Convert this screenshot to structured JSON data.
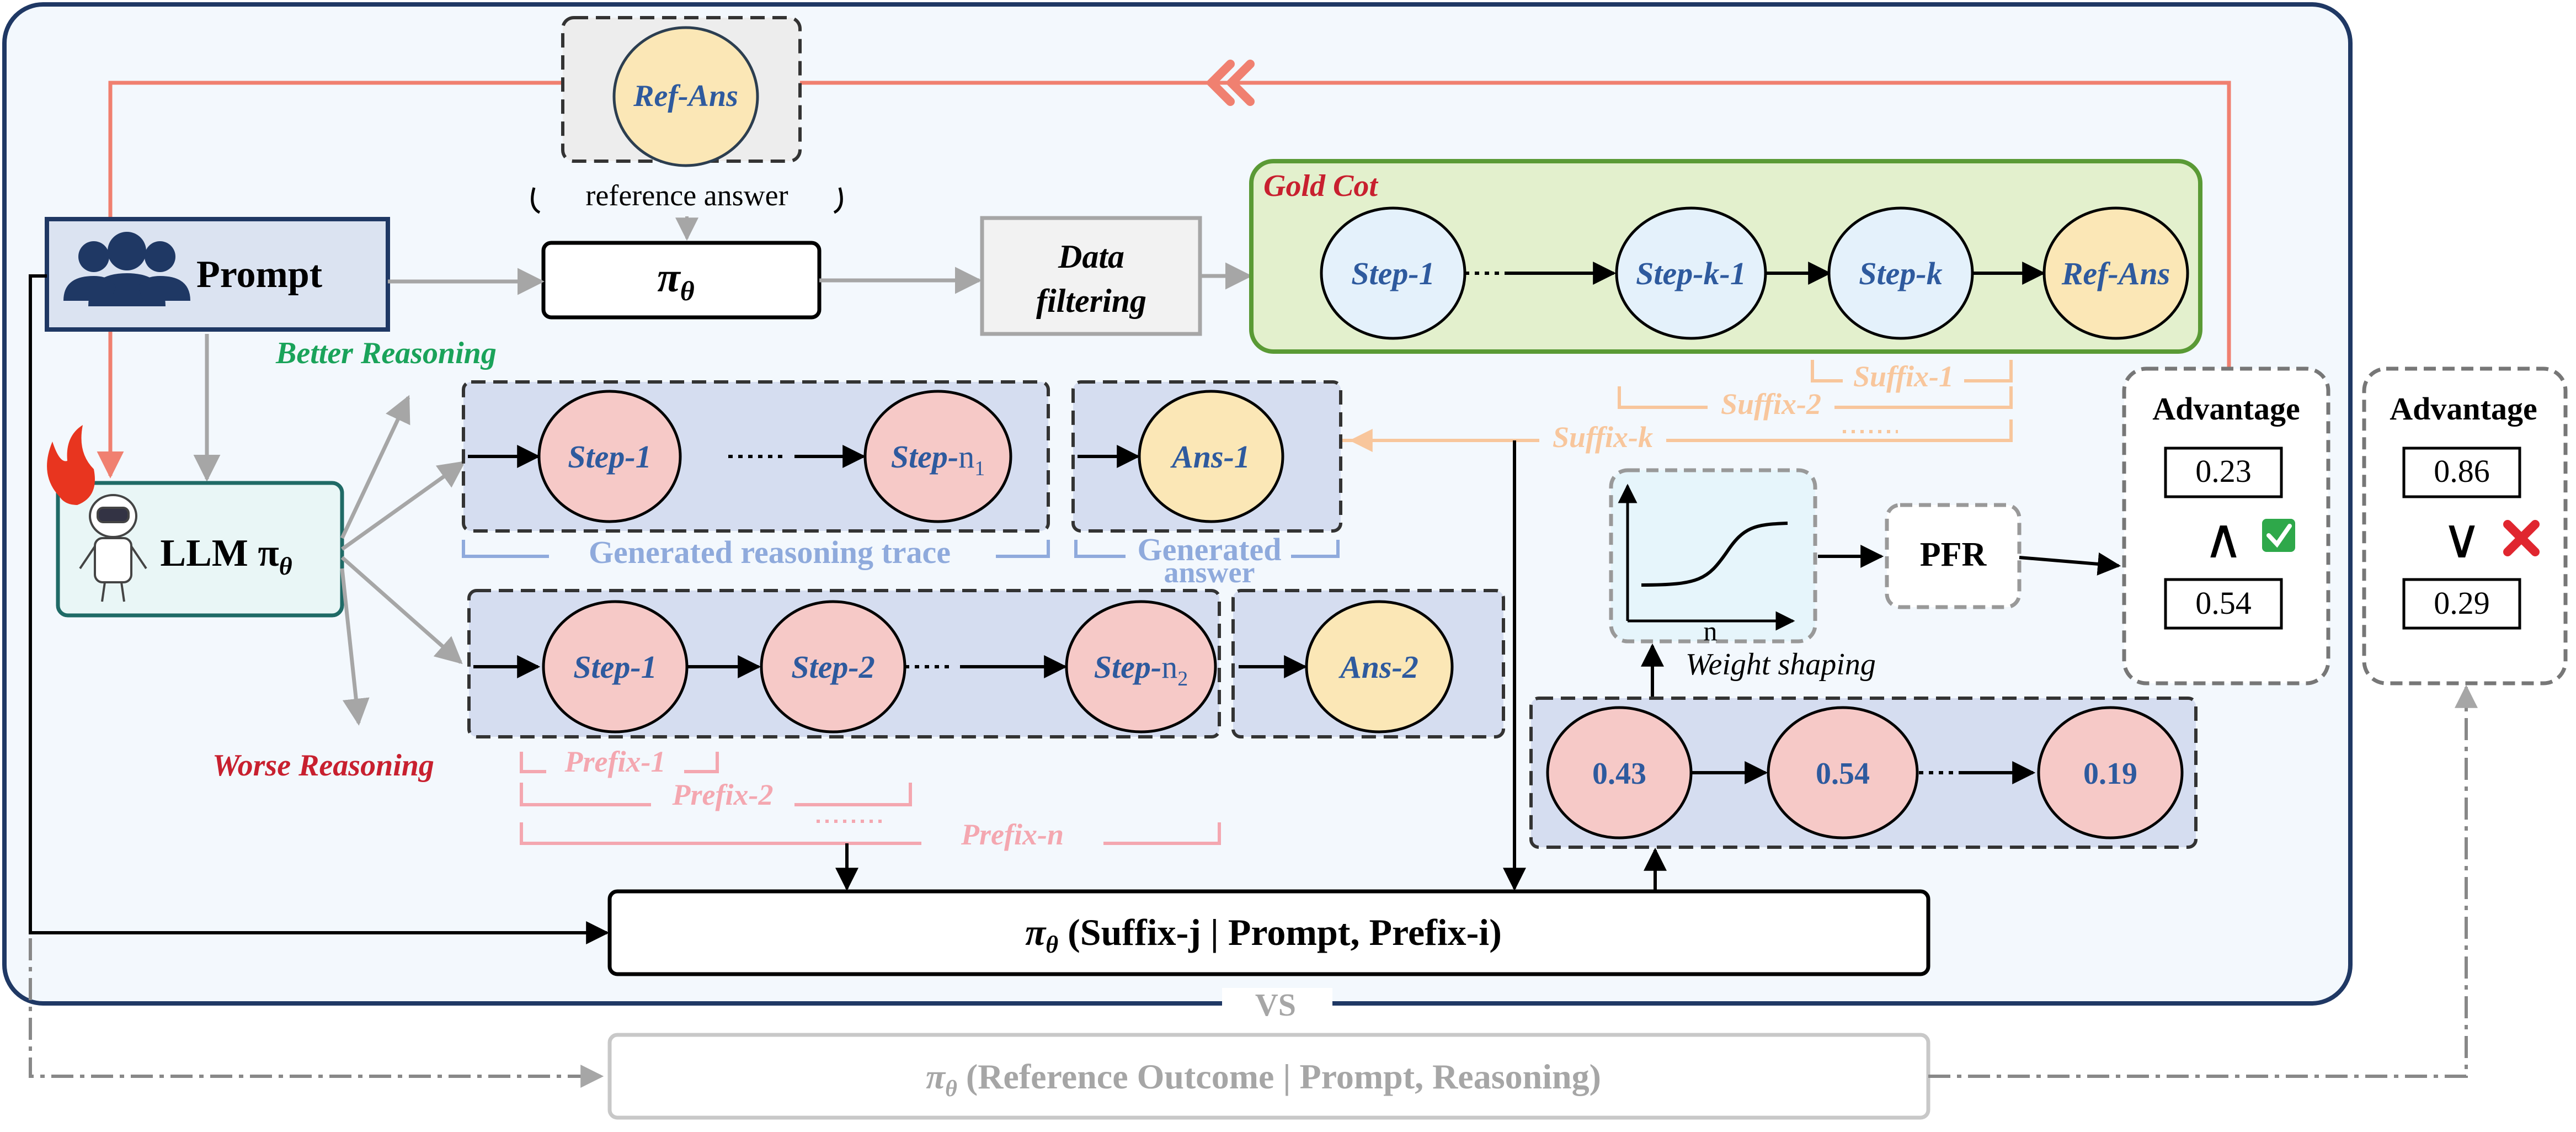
{
  "ref_top": {
    "node": "Ref-Ans",
    "caption": "reference answer"
  },
  "prompt_label": "Prompt",
  "policy_label": "π",
  "policy_sub": "θ",
  "filter_line1": "Data",
  "filter_line2": "filtering",
  "gold": {
    "title": "Gold Cot",
    "step1": "Step-1",
    "stepk1": "Step-k-1",
    "stepk": "Step-k",
    "ref": "Ref-Ans"
  },
  "suffix": {
    "s1": "Suffix-1",
    "s2": "Suffix-2",
    "sk": "Suffix-k"
  },
  "llm_label": "LLM π",
  "llm_sub": "θ",
  "better": "Better Reasoning",
  "worse": "Worse Reasoning",
  "trace1": {
    "step1": "Step-1",
    "stepn_main": "Step-",
    "stepn_var": "n",
    "stepn_sub": "1",
    "ans": "Ans-1"
  },
  "trace1_caption": "Generated reasoning trace",
  "answer_caption_line1": "Generated",
  "answer_caption_line2": "answer",
  "trace2": {
    "step1": "Step-1",
    "step2": "Step-2",
    "stepn_main": "Step-",
    "stepn_var": "n",
    "stepn_sub": "2",
    "ans": "Ans-2"
  },
  "prefix": {
    "p1": "Prefix-1",
    "p2": "Prefix-2",
    "pn": "Prefix-n"
  },
  "weight_caption": "Weight shaping",
  "weight_axis": "n",
  "pfr": "PFR",
  "probs": [
    "0.43",
    "0.54",
    "0.19"
  ],
  "cond": {
    "pi": "π",
    "sub": "θ",
    "rest": " (Suffix-j | Prompt, Prefix-i)"
  },
  "adv_left": {
    "title": "Advantage",
    "top": "0.23",
    "op": "∧",
    "bottom": "0.54",
    "mark": "check"
  },
  "adv_right": {
    "title": "Advantage",
    "top": "0.86",
    "op": "∨",
    "bottom": "0.29",
    "mark": "cross"
  },
  "vs": "VS",
  "baseline": {
    "pi": "π",
    "sub": "θ",
    "rest": " (Reference Outcome | Prompt, Reasoning)"
  },
  "colors": {
    "frame": "#1f3864",
    "panel": "#f3f8fd",
    "salmon": "#f08070",
    "step_fill": "#f6c9c7",
    "ans_fill": "#fbe7b6",
    "gold_fill": "#e3f0cd",
    "gold_border": "#5a9a35",
    "node_text": "#2e5a9e",
    "trace_fill": "#d5ddf0",
    "prefix": "#f4a7b0",
    "suffix": "#f8c69c",
    "better": "#1aa35a",
    "worse": "#c8202f",
    "gray_arrow": "#a6a6a6"
  }
}
